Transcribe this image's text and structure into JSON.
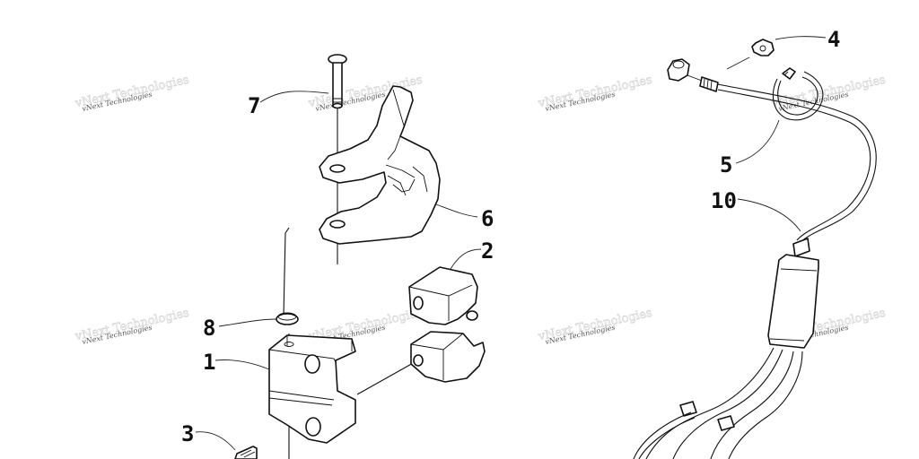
{
  "callouts": {
    "c1": "1",
    "c2": "2",
    "c3": "3",
    "c4": "4",
    "c5": "5",
    "c6": "6",
    "c7": "7",
    "c8": "8",
    "c10": "10"
  },
  "watermark": {
    "text": "vNext Technologies"
  }
}
